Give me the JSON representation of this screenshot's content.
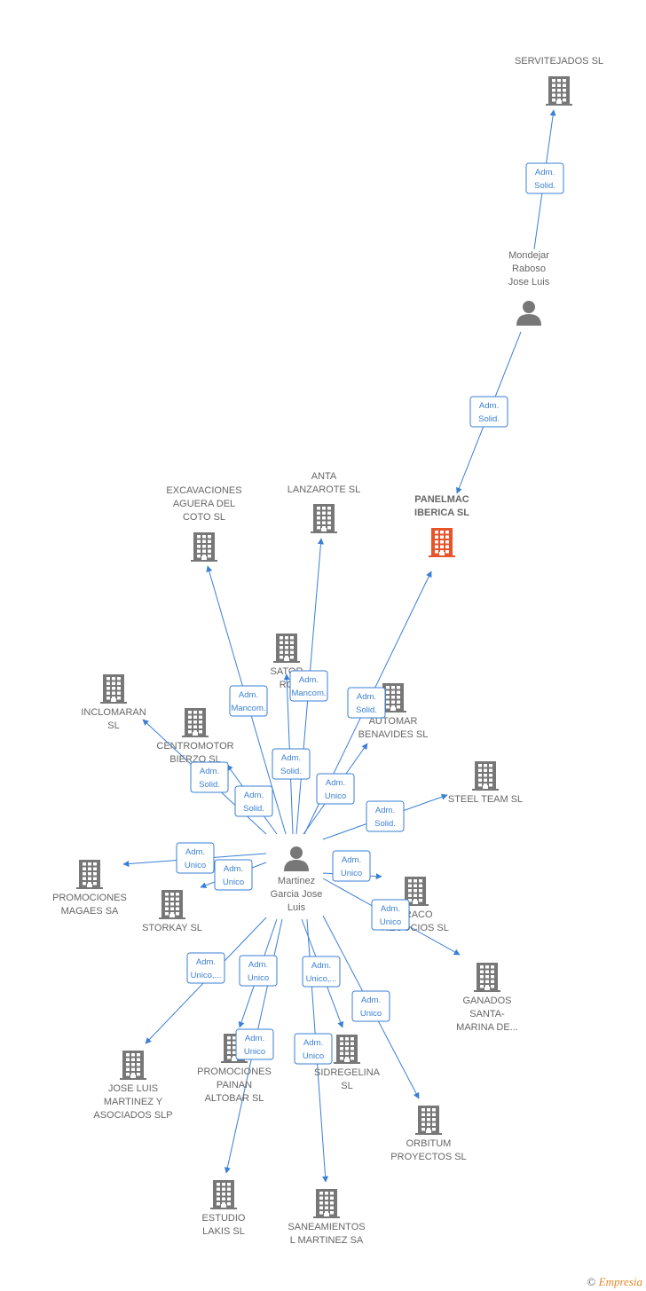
{
  "colors": {
    "edge": "#3a7fd5",
    "node_icon": "#777777",
    "highlight_icon": "#e8542a",
    "label": "#666666"
  },
  "center": {
    "id": "person-martinez",
    "lines": [
      "Martinez",
      "Garcia Jose",
      "Luis"
    ]
  },
  "nodes": [
    {
      "id": "servitejados",
      "type": "company",
      "lines": [
        "SERVITEJADOS SL"
      ]
    },
    {
      "id": "mondejar",
      "type": "person",
      "lines": [
        "Mondejar",
        "Raboso",
        "Jose Luis"
      ]
    },
    {
      "id": "panelmac",
      "type": "company",
      "highlight": true,
      "lines": [
        "PANELMAC",
        "IBERICA  SL"
      ]
    },
    {
      "id": "excavaciones",
      "type": "company",
      "lines": [
        "EXCAVACIONES",
        "AGUERA DEL",
        "COTO SL"
      ]
    },
    {
      "id": "anta",
      "type": "company",
      "lines": [
        "ANTA",
        "LANZAROTE SL"
      ]
    },
    {
      "id": "sator",
      "type": "company",
      "lines": [
        "SATOR",
        "RO"
      ]
    },
    {
      "id": "inclomaran",
      "type": "company",
      "lines": [
        "INCLOMARAN",
        "SL"
      ]
    },
    {
      "id": "centromotor",
      "type": "company",
      "lines": [
        "CENTROMOTOR",
        "BIERZO SL"
      ]
    },
    {
      "id": "automar",
      "type": "company",
      "lines": [
        "AUTOMAR",
        "BENAVIDES  SL"
      ]
    },
    {
      "id": "steelteam",
      "type": "company",
      "lines": [
        "STEEL TEAM  SL"
      ]
    },
    {
      "id": "promociones-magaes",
      "type": "company",
      "lines": [
        "PROMOCIONES",
        "MAGAES SA"
      ]
    },
    {
      "id": "storkay",
      "type": "company",
      "lines": [
        "STORKAY SL"
      ]
    },
    {
      "id": "praco",
      "type": "company",
      "lines": [
        "PRACO",
        "NEGOCIOS  SL"
      ]
    },
    {
      "id": "ganados",
      "type": "company",
      "lines": [
        "GANADOS",
        "SANTA-",
        "MARINA DE..."
      ]
    },
    {
      "id": "joseluis",
      "type": "company",
      "lines": [
        "JOSE LUIS",
        "MARTINEZ Y",
        "ASOCIADOS SLP"
      ]
    },
    {
      "id": "painan",
      "type": "company",
      "lines": [
        "PROMOCIONES",
        "PAINAN",
        "ALTOBAR  SL"
      ]
    },
    {
      "id": "sidregelina",
      "type": "company",
      "lines": [
        "SIDREGELINA",
        "SL"
      ]
    },
    {
      "id": "orbitum",
      "type": "company",
      "lines": [
        "ORBITUM",
        "PROYECTOS  SL"
      ]
    },
    {
      "id": "estudio",
      "type": "company",
      "lines": [
        "ESTUDIO",
        "LAKIS  SL"
      ]
    },
    {
      "id": "saneamientos",
      "type": "company",
      "lines": [
        "SANEAMIENTOS",
        "L MARTINEZ SA"
      ]
    }
  ],
  "edges": [
    {
      "from": "mondejar",
      "to": "servitejados",
      "role": [
        "Adm.",
        "Solid."
      ]
    },
    {
      "from": "mondejar",
      "to": "panelmac",
      "role": [
        "Adm.",
        "Solid."
      ]
    },
    {
      "from": "person-martinez",
      "to": "panelmac",
      "role": [
        "Adm.",
        "Solid."
      ]
    },
    {
      "from": "person-martinez",
      "to": "excavaciones",
      "role": [
        "Adm.",
        "Mancom."
      ]
    },
    {
      "from": "person-martinez",
      "to": "anta",
      "role": [
        "Adm.",
        "Mancom."
      ]
    },
    {
      "from": "person-martinez",
      "to": "sator",
      "role": [
        "Adm.",
        "Solid."
      ]
    },
    {
      "from": "person-martinez",
      "to": "inclomaran",
      "role": [
        "Adm.",
        "Solid."
      ]
    },
    {
      "from": "person-martinez",
      "to": "centromotor",
      "role": [
        "Adm.",
        "Solid."
      ]
    },
    {
      "from": "person-martinez",
      "to": "automar",
      "role": [
        "Adm.",
        "Unico"
      ]
    },
    {
      "from": "person-martinez",
      "to": "steelteam",
      "role": [
        "Adm.",
        "Solid."
      ]
    },
    {
      "from": "person-martinez",
      "to": "promociones-magaes",
      "role": [
        "Adm.",
        "Unico"
      ]
    },
    {
      "from": "person-martinez",
      "to": "storkay",
      "role": [
        "Adm.",
        "Unico"
      ]
    },
    {
      "from": "person-martinez",
      "to": "praco",
      "role": [
        "Adm.",
        "Unico"
      ]
    },
    {
      "from": "person-martinez",
      "to": "ganados",
      "role": [
        "Adm.",
        "Unico"
      ]
    },
    {
      "from": "person-martinez",
      "to": "joseluis",
      "role": [
        "Adm.",
        "Unico,..."
      ]
    },
    {
      "from": "person-martinez",
      "to": "painan",
      "role": [
        "Adm.",
        "Unico"
      ]
    },
    {
      "from": "person-martinez",
      "to": "sidregelina",
      "role": [
        "Adm.",
        "Unico,..."
      ]
    },
    {
      "from": "person-martinez",
      "to": "orbitum",
      "role": [
        "Adm.",
        "Unico"
      ]
    },
    {
      "from": "person-martinez",
      "to": "estudio",
      "role": [
        "Adm.",
        "Unico"
      ]
    },
    {
      "from": "person-martinez",
      "to": "saneamientos",
      "role": [
        "Adm.",
        "Unico"
      ]
    }
  ],
  "footer": {
    "copyright": "©",
    "brand": "Empresia"
  }
}
